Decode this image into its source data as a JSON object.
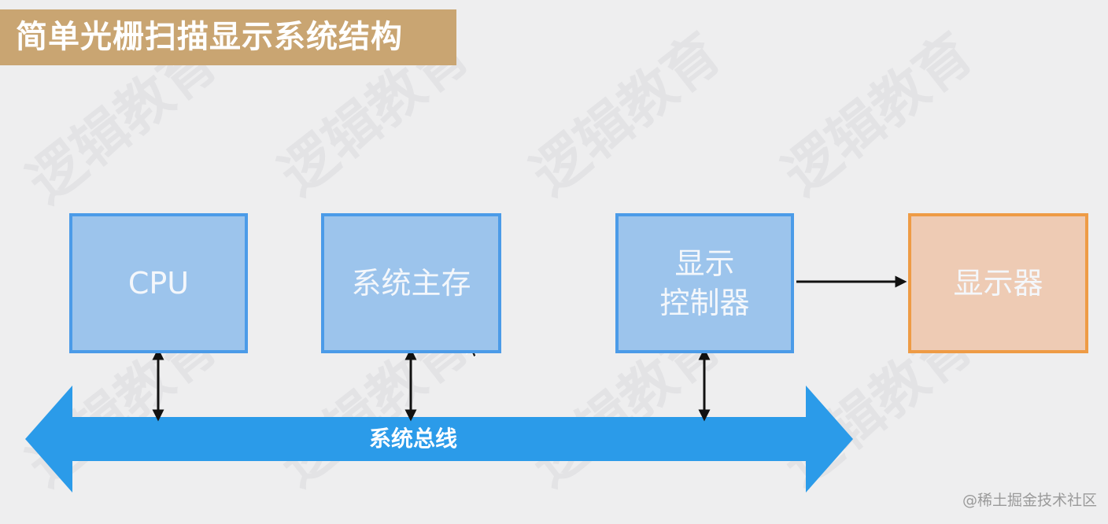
{
  "title": "简单光栅扫描显示系统结构",
  "blocks": {
    "cpu": "CPU",
    "memory": "系统主存",
    "controller_line1": "显示",
    "controller_line2": "控制器",
    "monitor": "显示器"
  },
  "bus": {
    "label": "系统总线"
  },
  "credit": "@稀土掘金技术社区",
  "colors": {
    "title_bg": "#c9a572",
    "block_fill": "#9cc4ec",
    "block_border": "#4b9be8",
    "monitor_fill": "#eecbb4",
    "monitor_border": "#ee9b45",
    "bus": "#2b9be9",
    "background": "#eeeeef"
  }
}
